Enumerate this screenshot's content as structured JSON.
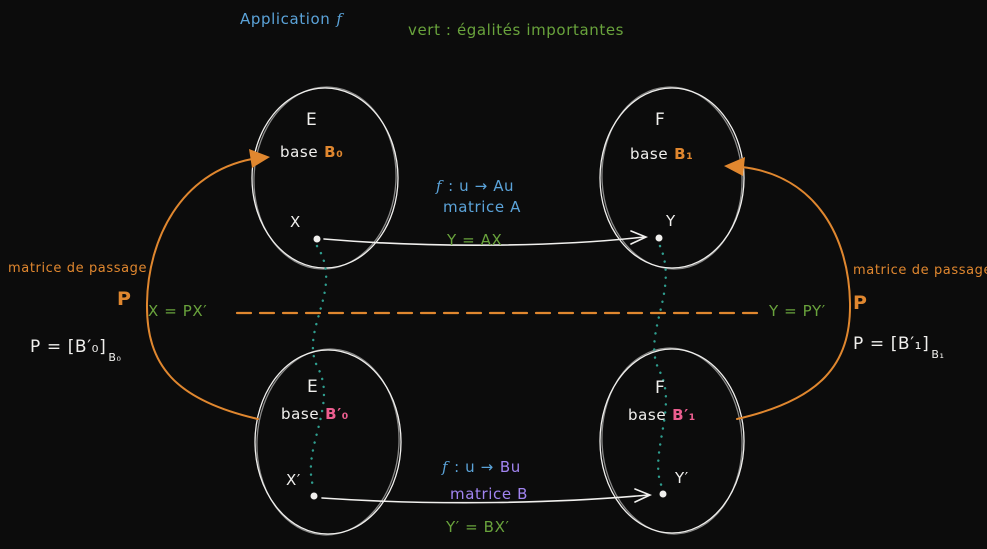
{
  "colors": {
    "background": "#0c0c0c",
    "white": "#f1f0ee",
    "blue": "#5ba3d9",
    "green": "#69a33c",
    "teal": "#2f9e8f",
    "orange": "#e0872f",
    "pink": "#eb5e8f",
    "purple": "#a184f0"
  },
  "header": {
    "application_word": "Application",
    "application_f": "f",
    "legend": "vert : égalités importantes"
  },
  "sets": {
    "top_left": {
      "name": "E",
      "base_word": "base",
      "basis": "B₀"
    },
    "top_right": {
      "name": "F",
      "base_word": "base",
      "basis": "B₁"
    },
    "bottom_left": {
      "name": "E",
      "base_word": "base",
      "basis": "B′₀"
    },
    "bottom_right": {
      "name": "F",
      "base_word": "base",
      "basis": "B′₁"
    }
  },
  "points": {
    "top_left": "X",
    "top_right": "Y",
    "bottom_left": "X′",
    "bottom_right": "Y′"
  },
  "top_map": {
    "f": "f",
    "rule": ": u → Au",
    "matrix": "matrice A",
    "equation": "Y = AX"
  },
  "bottom_map": {
    "f": "f",
    "rule": ": u →",
    "image": "Bu",
    "matrix": "matrice B",
    "equation": "Y′ = BX′"
  },
  "middle": {
    "left_equation": "X = PX′",
    "right_equation": "Y = PY′"
  },
  "passage_left": {
    "label": "matrice de passage",
    "symbol": "P",
    "formula_main": "P = [B′₀]",
    "formula_sub": "B₀"
  },
  "passage_right": {
    "label": "matrice de passage",
    "symbol": "P",
    "formula_main": "P = [B′₁]",
    "formula_sub": "B₁"
  }
}
